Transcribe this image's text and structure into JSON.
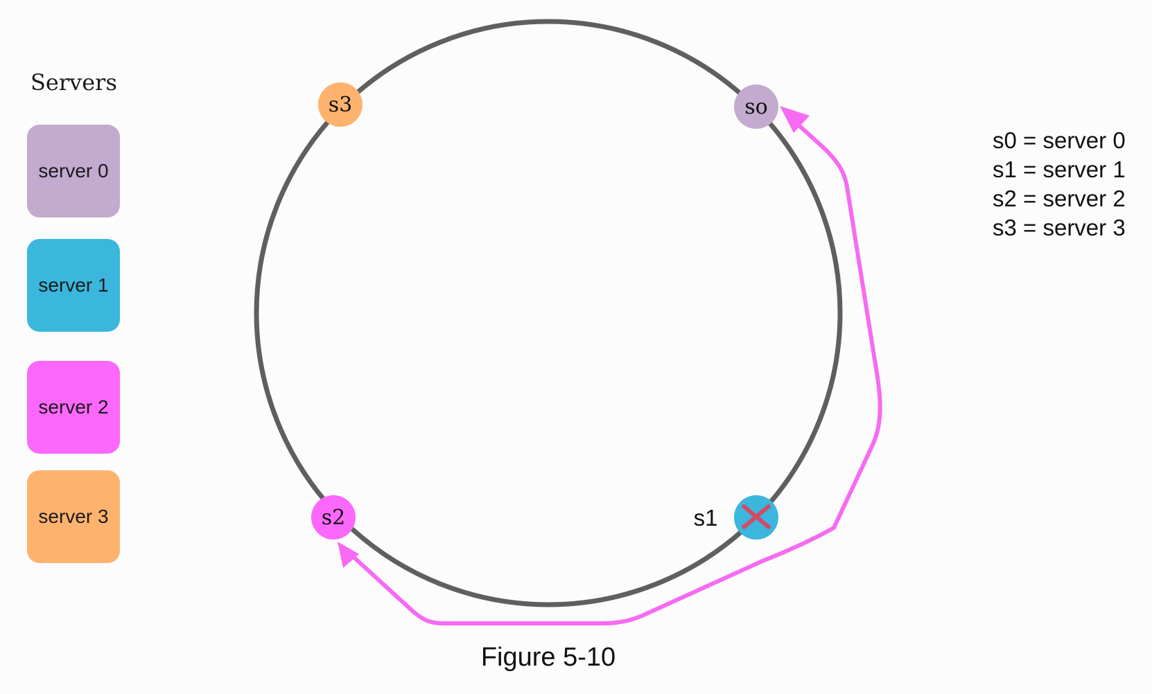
{
  "sidebar": {
    "title": "Servers",
    "servers": [
      {
        "label": "server 0",
        "color": "#c3aacf"
      },
      {
        "label": "server 1",
        "color": "#3bb6dc"
      },
      {
        "label": "server 2",
        "color": "#fb68fb"
      },
      {
        "label": "server 3",
        "color": "#fdb36e"
      }
    ]
  },
  "ring": {
    "stroke_color": "#5f5f5f",
    "nodes": [
      {
        "label": "so",
        "color": "#c3aacf"
      },
      {
        "label": "s1",
        "color": "#3bb6dc",
        "removed": true
      },
      {
        "label": "s2",
        "color": "#fb68fb"
      },
      {
        "label": "s3",
        "color": "#fdb36e"
      }
    ],
    "arrow_color": "#f76af2",
    "remove_mark_color": "#d24a66"
  },
  "legend": [
    "s0 = server 0",
    "s1 = server 1",
    "s2 = server 2",
    "s3 = server 3"
  ],
  "caption": "Figure 5-10"
}
